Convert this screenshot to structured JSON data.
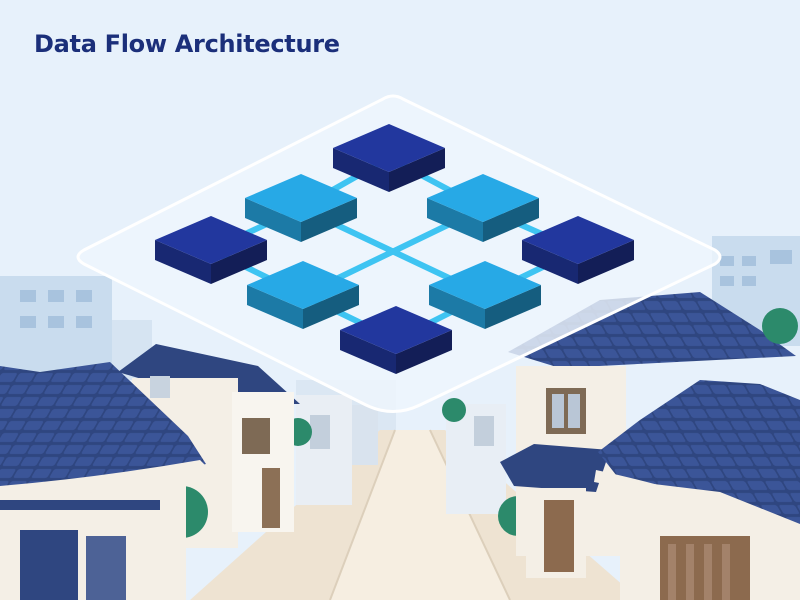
{
  "title": "Data Flow Architecture",
  "diagram": {
    "nodes": [
      {
        "id": "top",
        "tone": "dark"
      },
      {
        "id": "upper-left",
        "tone": "light"
      },
      {
        "id": "upper-right",
        "tone": "light"
      },
      {
        "id": "left",
        "tone": "dark"
      },
      {
        "id": "right",
        "tone": "dark"
      },
      {
        "id": "lower-left",
        "tone": "light"
      },
      {
        "id": "lower-right",
        "tone": "light"
      },
      {
        "id": "bottom",
        "tone": "dark"
      }
    ],
    "edges": [
      [
        "top",
        "upper-left"
      ],
      [
        "top",
        "upper-right"
      ],
      [
        "upper-left",
        "left"
      ],
      [
        "upper-right",
        "right"
      ],
      [
        "left",
        "lower-left"
      ],
      [
        "right",
        "lower-right"
      ],
      [
        "lower-left",
        "bottom"
      ],
      [
        "lower-right",
        "bottom"
      ],
      [
        "upper-left",
        "lower-right"
      ],
      [
        "upper-right",
        "lower-left"
      ]
    ]
  },
  "colors": {
    "sky": "#e7f1fb",
    "title": "#1b2f7a",
    "node_dark": "#22379e",
    "node_light": "#27a9e6",
    "connector": "#3ec4f2",
    "platform_stroke": "#ffffff",
    "roof": "#2f4680",
    "tile": "#3b5598",
    "wall": "#f4efe6",
    "road": "#f6eee1",
    "tree": "#2c8a6b"
  },
  "scene": "hanok-street"
}
